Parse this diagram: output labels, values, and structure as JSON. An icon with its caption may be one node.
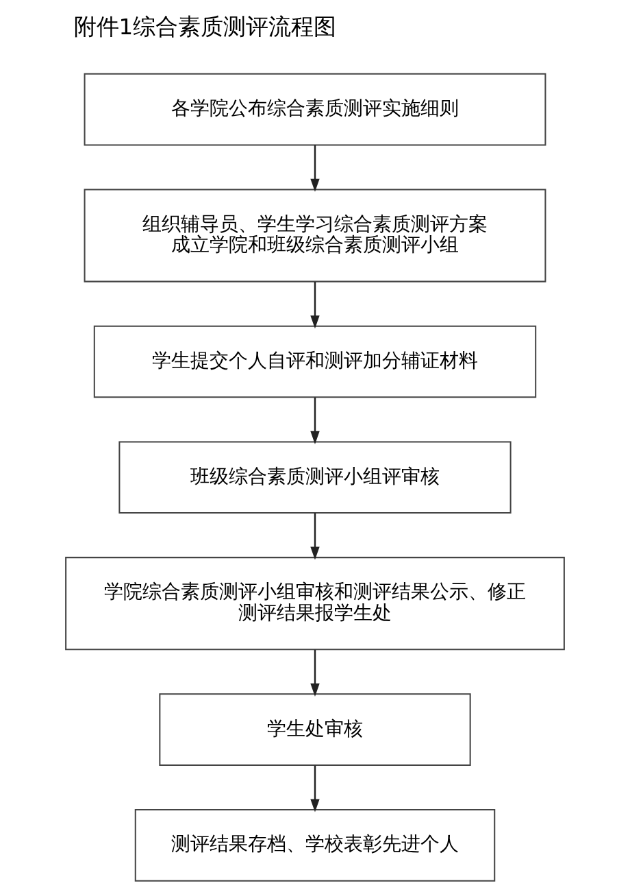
{
  "diagram": {
    "title": "附件1综合素质测评流程图",
    "nodes": [
      {
        "text": [
          "各学院公布综合素质测评实施细则"
        ]
      },
      {
        "text": [
          "组织辅导员、学生学习综合素质测评方案",
          "成立学院和班级综合素质测评小组"
        ]
      },
      {
        "text": [
          "学生提交个人自评和测评加分辅证材料"
        ]
      },
      {
        "text": [
          "班级综合素质测评小组评审核"
        ]
      },
      {
        "text": [
          "学院综合素质测评小组审核和测评结果公示、修正测评结果报学生处"
        ]
      },
      {
        "text": [
          "学生处审核"
        ]
      },
      {
        "text": [
          "测评结果存档、学校表彰先进个人"
        ]
      }
    ],
    "edges": [
      {
        "from": 0,
        "to": 1,
        "arrow": "to"
      },
      {
        "from": 1,
        "to": 2,
        "arrow": "to"
      },
      {
        "from": 2,
        "to": 3,
        "arrow": "to"
      },
      {
        "from": 3,
        "to": 4,
        "arrow": "to"
      },
      {
        "from": 4,
        "to": 5,
        "arrow": "to"
      },
      {
        "from": 5,
        "to": 6,
        "arrow": "to"
      }
    ]
  }
}
